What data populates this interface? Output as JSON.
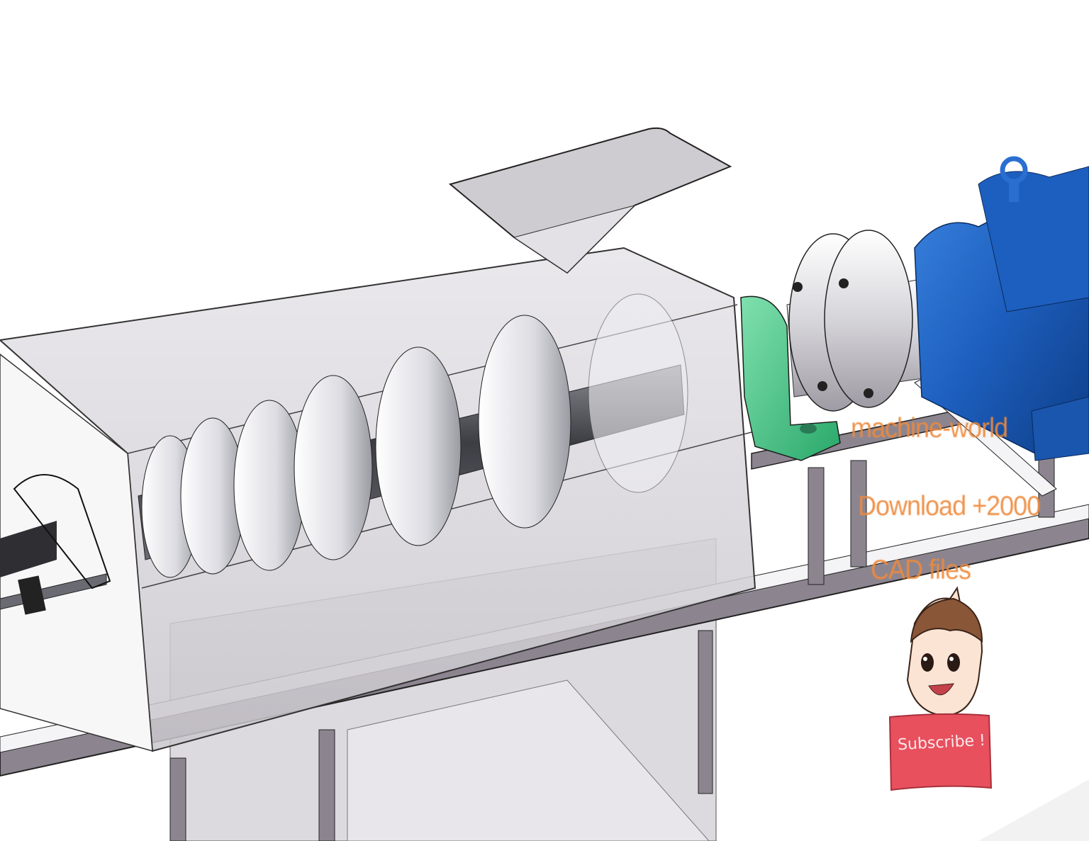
{
  "scene": {
    "subject": "screw conveyor press machine CAD render",
    "components": [
      {
        "name": "hopper",
        "color": "#c9c7cb"
      },
      {
        "name": "transparent-housing",
        "color": "#d8d6da"
      },
      {
        "name": "screw-auger",
        "color": "#e8e8ec"
      },
      {
        "name": "auger-shaft",
        "color": "#4a4a52"
      },
      {
        "name": "pillow-block-bearing",
        "color": "#3fbf7f"
      },
      {
        "name": "flange-coupling",
        "color": "#dedde2"
      },
      {
        "name": "gear-reducer-motor",
        "color": "#1f5fb8"
      },
      {
        "name": "steel-frame",
        "color": "#8c8590"
      },
      {
        "name": "pneumatic-cylinder",
        "color": "#2a2a2e"
      },
      {
        "name": "collection-bin",
        "color": "#dcdadf"
      }
    ]
  },
  "watermark": {
    "line1": "machine-world",
    "line2": "Download +2000",
    "line3": "CAD files",
    "color": "#ee8a3c"
  },
  "mascot": {
    "sign_text": "Subscribe !",
    "sign_color": "#e8505e"
  }
}
